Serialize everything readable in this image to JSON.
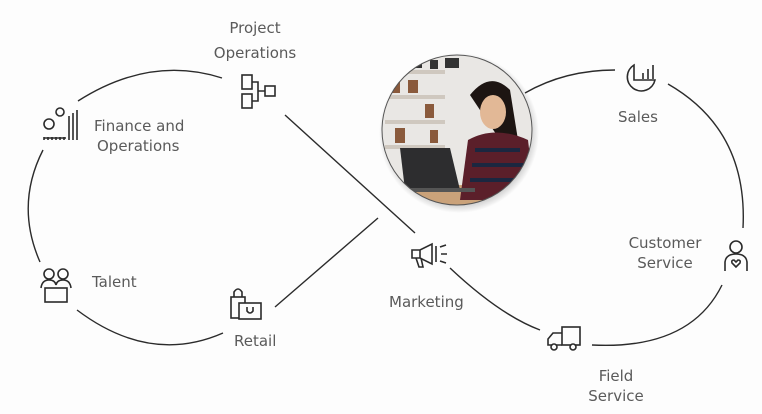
{
  "nodes": {
    "project_operations": {
      "line1": "Project",
      "line2": "Operations",
      "icon": "org-chart-icon"
    },
    "finance_operations": {
      "line1": "Finance and",
      "line2": "Operations",
      "icon": "gears-chart-icon"
    },
    "talent": {
      "label": "Talent",
      "icon": "people-icon"
    },
    "retail": {
      "label": "Retail",
      "icon": "shopping-bags-icon"
    },
    "marketing": {
      "label": "Marketing",
      "icon": "megaphone-icon"
    },
    "sales": {
      "label": "Sales",
      "icon": "pie-chart-icon"
    },
    "customer_service": {
      "line1": "Customer",
      "line2": "Service",
      "icon": "person-heart-icon"
    },
    "field_service": {
      "line1": "Field",
      "line2": "Service",
      "icon": "truck-icon"
    }
  },
  "photo": {
    "subject": "woman-using-laptop-photo"
  },
  "colors": {
    "line": "#2b2b2b",
    "text": "#5a5a5a"
  }
}
